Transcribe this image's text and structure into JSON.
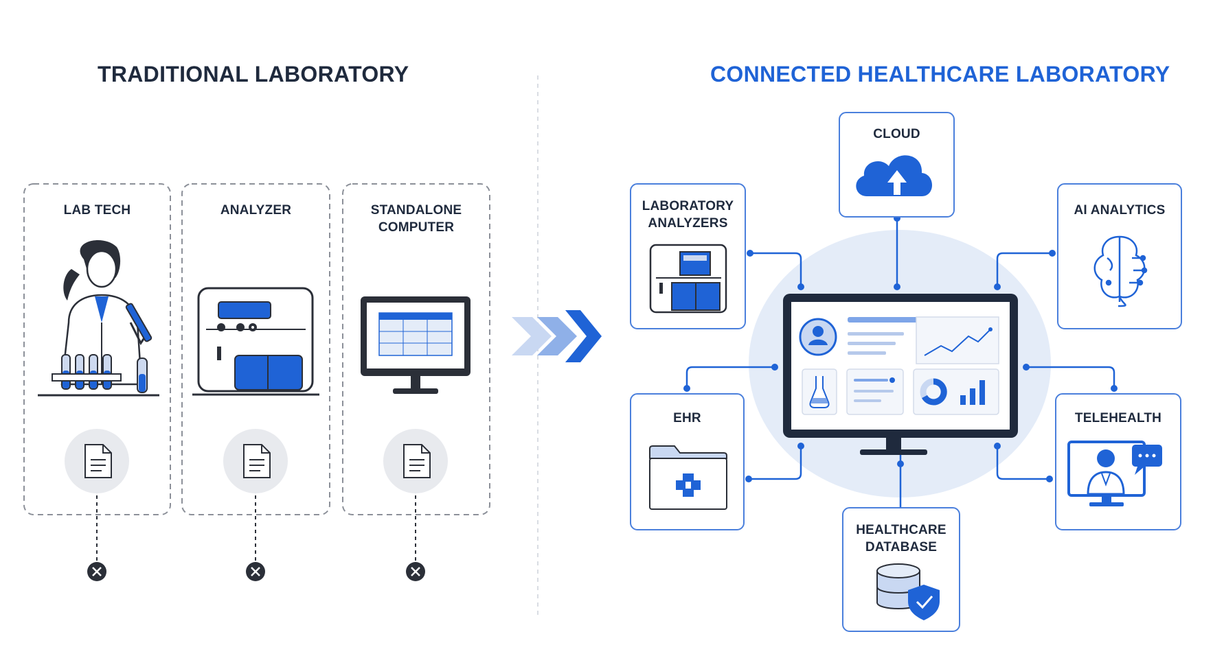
{
  "left": {
    "title": "TRADITIONAL LABORATORY",
    "columns": [
      {
        "label": "LAB TECH"
      },
      {
        "label": "ANALYZER"
      },
      {
        "label": "STANDALONE\nCOMPUTER"
      }
    ]
  },
  "right": {
    "title": "CONNECTED HEALTHCARE LABORATORY",
    "nodes": {
      "cloud": "CLOUD",
      "lab_analyzers": "LABORATORY\nANALYZERS",
      "ai_analytics": "AI ANALYTICS",
      "ehr": "EHR",
      "telehealth": "TELEHEALTH",
      "healthcare_database": "HEALTHCARE\nDATABASE"
    }
  },
  "colors": {
    "accent": "#1f63d6",
    "dark": "#1f2a3d",
    "light_blue": "#e4ecf8"
  }
}
